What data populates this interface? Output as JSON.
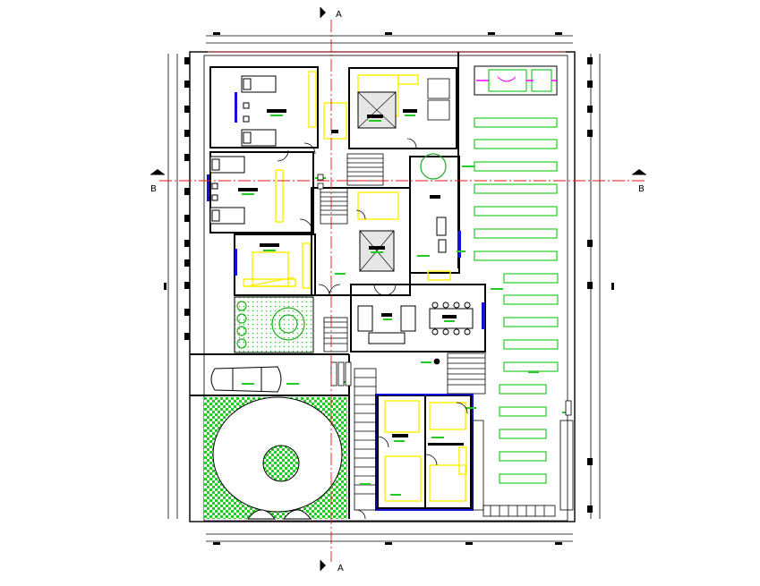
{
  "section_labels": {
    "top_a": "A",
    "bottom_a": "A",
    "left_b": "B",
    "right_b": "B"
  },
  "colors": {
    "wall": "#000000",
    "furniture": "#000000",
    "fixture_yellow": "#ffee00",
    "landscape_green": "#22cc22",
    "glazing_blue": "#1111dd",
    "section_line_red": "#ee1111",
    "accent_magenta": "#ff00ff"
  }
}
